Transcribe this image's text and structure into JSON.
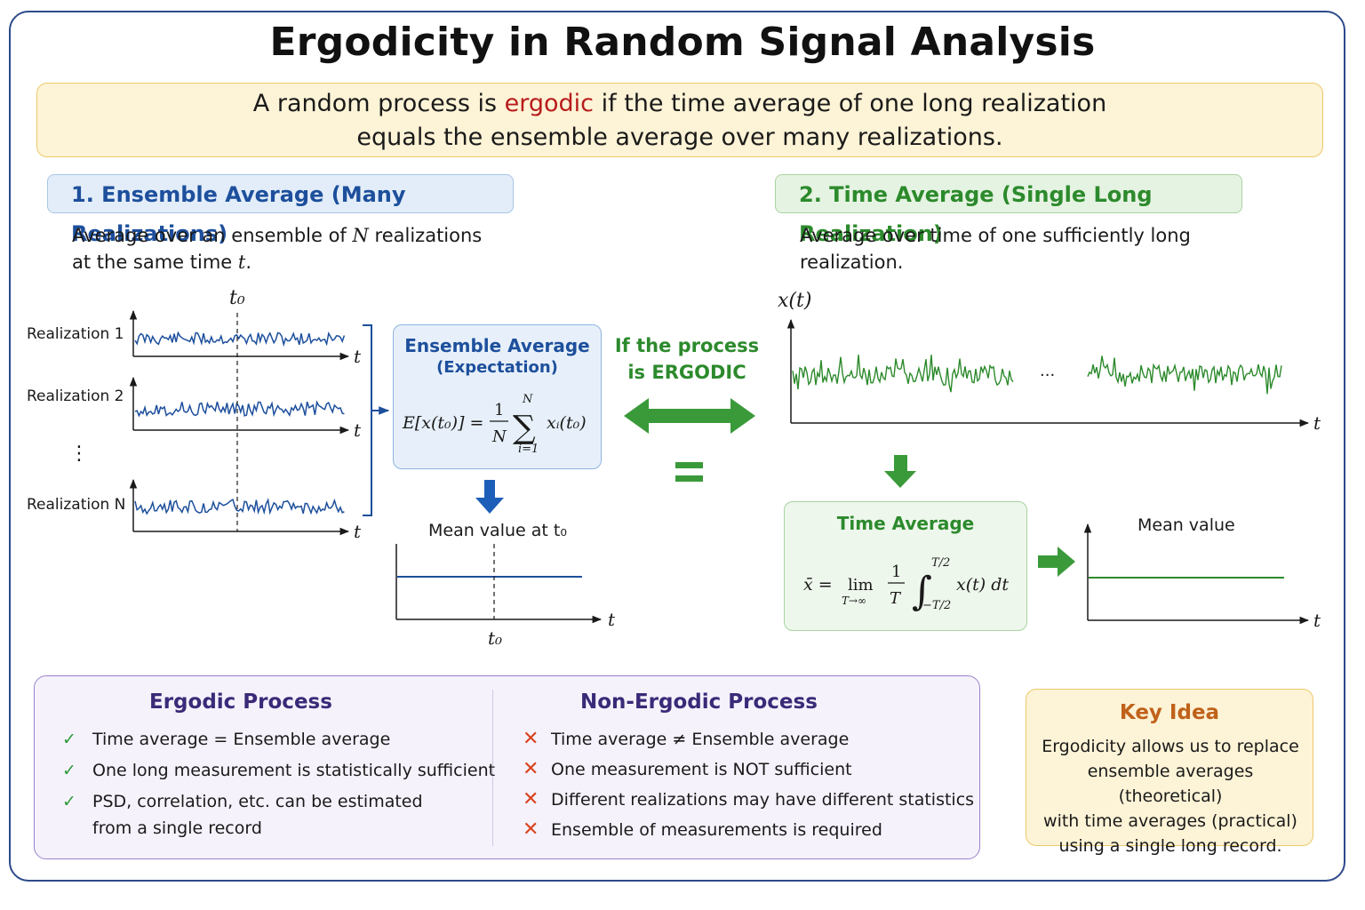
{
  "title": "Ergodicity in Random Signal Analysis",
  "definition": {
    "pre": "A random process is ",
    "highlight": "ergodic",
    "post": " if the time average of one long realization",
    "line2": "equals the ensemble average over many realizations.",
    "highlight_color": "#b81c1c"
  },
  "ensemble": {
    "heading": "1. Ensemble Average (Many Realizations)",
    "desc_line1_pre": "Average over an ensemble of ",
    "desc_line1_var": "N",
    "desc_line1_post": " realizations",
    "desc_line2_pre": "at the same time ",
    "desc_line2_var": "t",
    "desc_line2_post": ".",
    "t0_label": "t₀",
    "realizations": [
      "Realization 1",
      "Realization 2",
      "Realization N"
    ],
    "vdots": "⋮",
    "axis_t": "t",
    "box_title": "Ensemble Average",
    "box_subtitle": "(Expectation)",
    "formula": {
      "lhs": "E[x(t₀)] =",
      "frac_num": "1",
      "frac_den": "N",
      "sum": "∑",
      "sum_upper": "N",
      "sum_lower": "i=1",
      "term": "xᵢ(t₀)"
    },
    "mean_label": "Mean value at t₀",
    "mean_t0": "t₀",
    "color": "#1d4f9c"
  },
  "ergodic_link": {
    "line1": "If the process",
    "line2": "is ERGODIC",
    "equals": "=",
    "color": "#2c8a2c"
  },
  "time": {
    "heading": "2. Time Average (Single Long Realization)",
    "desc_line1": "Average over time of one sufficiently long",
    "desc_line2": "realization.",
    "signal_label": "x(t)",
    "ellipsis": "···",
    "axis_t": "t",
    "box_title": "Time Average",
    "formula": {
      "lhs": "x̄ =",
      "lim": "lim",
      "lim_sub": "T→∞",
      "frac_num": "1",
      "frac_den": "T",
      "integral": "∫",
      "int_upper": "T/2",
      "int_lower": "−T/2",
      "integrand": "x(t) dt"
    },
    "mean_label": "Mean value",
    "color": "#2c8a2c"
  },
  "ergodic_process": {
    "heading": "Ergodic Process",
    "items": [
      "Time average = Ensemble average",
      "One long measurement is statistically sufficient",
      "PSD, correlation, etc. can be estimated"
    ],
    "item3_cont": "from a single record",
    "check_icon": "✓"
  },
  "non_ergodic_process": {
    "heading": "Non-Ergodic Process",
    "items": [
      "Time average ≠ Ensemble average",
      "One measurement is NOT sufficient",
      "Different realizations may have different statistics",
      "Ensemble of measurements is required"
    ],
    "cross_icon": "✕"
  },
  "key_idea": {
    "heading": "Key Idea",
    "lines": [
      "Ergodicity allows us to replace",
      "ensemble averages (theoretical)",
      "with time averages (practical)",
      "using a single long record."
    ]
  }
}
